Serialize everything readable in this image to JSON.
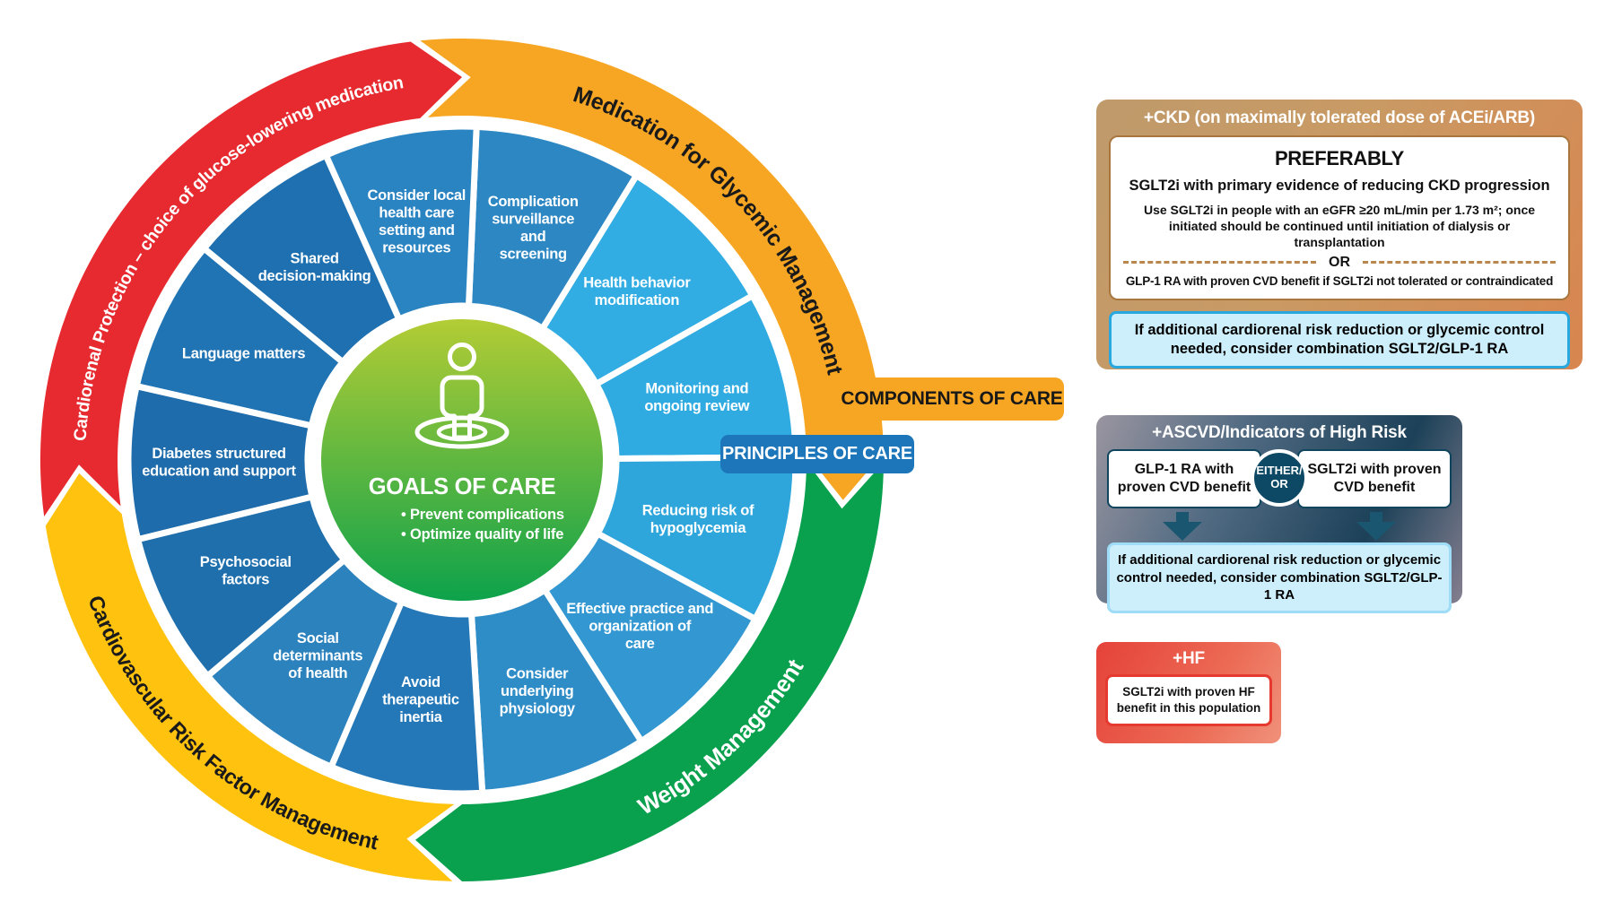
{
  "page": {
    "background": "#ffffff"
  },
  "wheel": {
    "center": {
      "icon": "person-target-icon",
      "title": "GOALS OF CARE",
      "bullets": [
        "Prevent complications",
        "Optimize quality of life"
      ],
      "gradient_top": "#b3cc35",
      "gradient_bottom": "#0da24b"
    },
    "arcs": [
      {
        "id": "cardiorenal-protection",
        "label": "Cardiorenal Protection – choice of glucose-lowering medication",
        "color": "#e62a2f",
        "text_color": "#ffffff"
      },
      {
        "id": "glycemic-medication",
        "label": "Medication for Glycemic Management",
        "color": "#f7a623",
        "text_color": "#1a1a1a"
      },
      {
        "id": "weight-management",
        "label": "Weight Management",
        "color": "#0aa14e",
        "text_color": "#ffffff"
      },
      {
        "id": "cv-risk-factor-management",
        "label": "Cardiovascular Risk Factor Management",
        "color": "#ffc20e",
        "text_color": "#1a1a1a"
      }
    ],
    "components": {
      "badge": "COMPONENTS OF CARE",
      "badge_color": "#f7a623",
      "segments": [
        {
          "label": "Complication surveillance and screening",
          "lines": [
            "Complication",
            "surveillance",
            "and",
            "screening"
          ],
          "color": "#2d87c3"
        },
        {
          "label": "Health behavior modification",
          "lines": [
            "Health behavior",
            "modification"
          ],
          "color": "#31ade3"
        },
        {
          "label": "Monitoring and ongoing review",
          "lines": [
            "Monitoring and",
            "ongoing review"
          ],
          "color": "#2fabe1"
        },
        {
          "label": "Reducing risk of hypoglycemia",
          "lines": [
            "Reducing risk of",
            "hypoglycemia"
          ],
          "color": "#2ea6dc"
        },
        {
          "label": "Effective practice and organization of care",
          "lines": [
            "Effective practice and",
            "organization of",
            "care"
          ],
          "color": "#3398d2"
        },
        {
          "label": "Consider underlying physiology",
          "lines": [
            "Consider",
            "underlying",
            "physiology"
          ],
          "color": "#2e8cc7"
        }
      ]
    },
    "principles": {
      "badge": "PRINCIPLES OF CARE",
      "badge_color": "#1d76ba",
      "segments": [
        {
          "label": "Consider local health care setting and resources",
          "lines": [
            "Consider local",
            "health care",
            "setting and",
            "resources"
          ],
          "color": "#2b84c2"
        },
        {
          "label": "Shared decision-making",
          "lines": [
            "Shared",
            "decision-making"
          ],
          "color": "#1e70b0"
        },
        {
          "label": "Language matters",
          "lines": [
            "Language matters"
          ],
          "color": "#2174b3"
        },
        {
          "label": "Diabetes structured education and support",
          "lines": [
            "Diabetes structured",
            "education and support"
          ],
          "color": "#1e6cab"
        },
        {
          "label": "Psychosocial factors",
          "lines": [
            "Psychosocial",
            "factors"
          ],
          "color": "#1f6fad"
        },
        {
          "label": "Social determinants of health",
          "lines": [
            "Social",
            "determinants",
            "of health"
          ],
          "color": "#2b82bd"
        },
        {
          "label": "Avoid therapeutic inertia",
          "lines": [
            "Avoid",
            "therapeutic",
            "inertia"
          ],
          "color": "#2478b8"
        }
      ]
    }
  },
  "panels": {
    "ckd": {
      "title": "+CKD (on maximally tolerated dose of ACEi/ARB)",
      "preferably": "PREFERABLY",
      "option1": "SGLT2i with primary evidence of reducing CKD progression",
      "note": "Use SGLT2i in people with an eGFR ≥20 mL/min per 1.73 m²; once initiated should be continued until initiation of dialysis or transplantation",
      "or_label": "OR",
      "option2": "GLP-1 RA with proven CVD benefit if SGLT2i not tolerated or contraindicated",
      "callout": "If additional cardiorenal risk reduction or glycemic control needed, consider combination SGLT2/GLP-1 RA",
      "accent": "#29a8e0"
    },
    "ascvd": {
      "title": "+ASCVD/Indicators of High Risk",
      "option_left": "GLP-1 RA with proven CVD benefit",
      "either_label": "EITHER/",
      "or_label": "OR",
      "option_right": "SGLT2i with proven CVD benefit",
      "callout": "If additional cardiorenal risk reduction or glycemic control needed, consider combination SGLT2/GLP-1 RA",
      "arrow_color": "#1a5670"
    },
    "hf": {
      "title": "+HF",
      "body": "SGLT2i with proven HF benefit in this population",
      "accent": "#e63a30"
    }
  }
}
